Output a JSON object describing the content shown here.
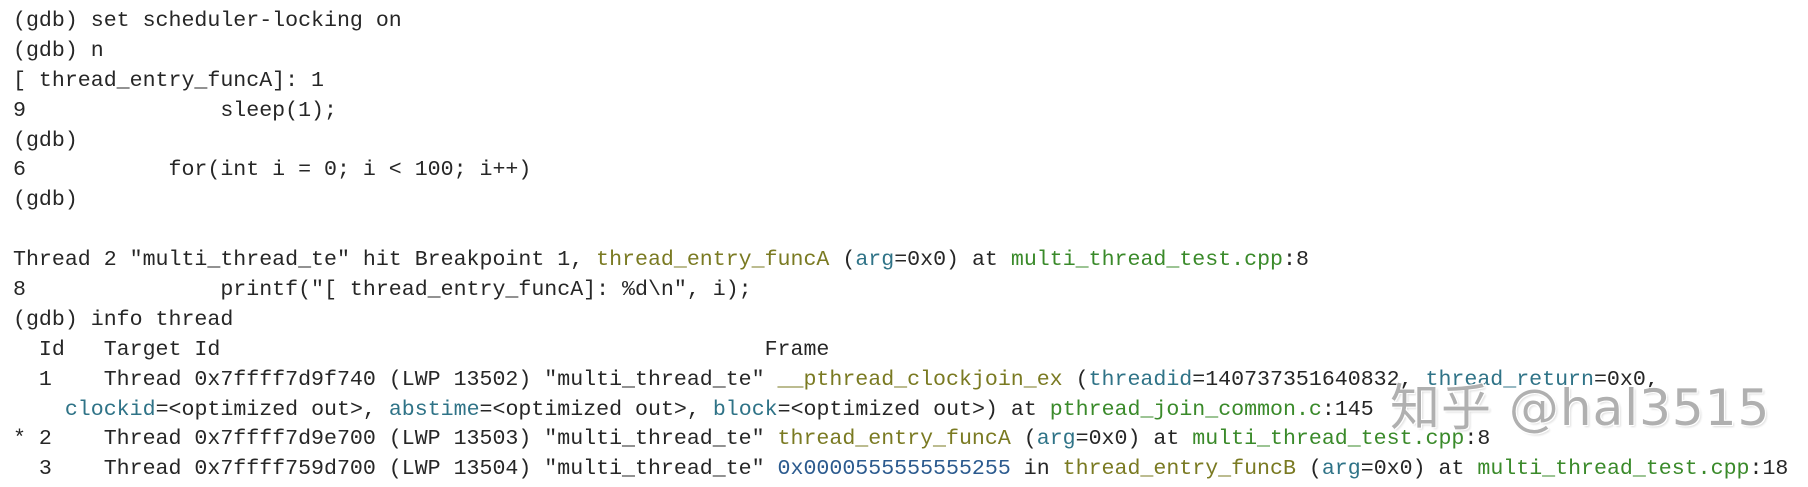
{
  "colors": {
    "background": "#ffffff",
    "text": "#262626",
    "function": "#7a7a22",
    "argument": "#2f7387",
    "file": "#3a8a2a",
    "address": "#2b5a8e"
  },
  "terminal": {
    "lines": [
      [
        {
          "t": "(gdb) set scheduler-locking on",
          "c": "plain"
        }
      ],
      [
        {
          "t": "(gdb) n",
          "c": "plain"
        }
      ],
      [
        {
          "t": "[ thread_entry_funcA]: 1",
          "c": "plain"
        }
      ],
      [
        {
          "t": "9               sleep(1);",
          "c": "plain"
        }
      ],
      [
        {
          "t": "(gdb)",
          "c": "plain"
        }
      ],
      [
        {
          "t": "6           for(int i = 0; i < 100; i++)",
          "c": "plain"
        }
      ],
      [
        {
          "t": "(gdb)",
          "c": "plain"
        }
      ],
      [
        {
          "t": "",
          "c": "plain"
        }
      ],
      [
        {
          "t": "Thread 2 \"multi_thread_te\" hit Breakpoint 1, ",
          "c": "plain"
        },
        {
          "t": "thread_entry_funcA",
          "c": "func"
        },
        {
          "t": " (",
          "c": "plain"
        },
        {
          "t": "arg",
          "c": "arg"
        },
        {
          "t": "=0x0) at ",
          "c": "plain"
        },
        {
          "t": "multi_thread_test.cpp",
          "c": "file"
        },
        {
          "t": ":8",
          "c": "plain"
        }
      ],
      [
        {
          "t": "8               printf(\"[ thread_entry_funcA]: %d\\n\", i);",
          "c": "plain"
        }
      ],
      [
        {
          "t": "(gdb) info thread",
          "c": "plain"
        }
      ],
      [
        {
          "t": "  Id   Target Id                                          Frame ",
          "c": "plain"
        }
      ],
      [
        {
          "t": "  1    Thread 0x7ffff7d9f740 (LWP 13502) \"multi_thread_te\" ",
          "c": "plain"
        },
        {
          "t": "__pthread_clockjoin_ex",
          "c": "func"
        },
        {
          "t": " (",
          "c": "plain"
        },
        {
          "t": "threadid",
          "c": "arg"
        },
        {
          "t": "=140737351640832, ",
          "c": "plain"
        },
        {
          "t": "thread_return",
          "c": "arg"
        },
        {
          "t": "=0x0, ",
          "c": "plain"
        }
      ],
      [
        {
          "t": "    ",
          "c": "plain"
        },
        {
          "t": "clockid",
          "c": "arg"
        },
        {
          "t": "=<optimized out>, ",
          "c": "plain"
        },
        {
          "t": "abstime",
          "c": "arg"
        },
        {
          "t": "=<optimized out>, ",
          "c": "plain"
        },
        {
          "t": "block",
          "c": "arg"
        },
        {
          "t": "=<optimized out>) at ",
          "c": "plain"
        },
        {
          "t": "pthread_join_common.c",
          "c": "file"
        },
        {
          "t": ":145",
          "c": "plain"
        }
      ],
      [
        {
          "t": "* 2    Thread 0x7ffff7d9e700 (LWP 13503) \"multi_thread_te\" ",
          "c": "plain"
        },
        {
          "t": "thread_entry_funcA",
          "c": "func"
        },
        {
          "t": " (",
          "c": "plain"
        },
        {
          "t": "arg",
          "c": "arg"
        },
        {
          "t": "=0x0) at ",
          "c": "plain"
        },
        {
          "t": "multi_thread_test.cpp",
          "c": "file"
        },
        {
          "t": ":8",
          "c": "plain"
        }
      ],
      [
        {
          "t": "  3    Thread 0x7ffff759d700 (LWP 13504) \"multi_thread_te\" ",
          "c": "plain"
        },
        {
          "t": "0x0000555555555255",
          "c": "addr"
        },
        {
          "t": " in ",
          "c": "plain"
        },
        {
          "t": "thread_entry_funcB",
          "c": "func"
        },
        {
          "t": " (",
          "c": "plain"
        },
        {
          "t": "arg",
          "c": "arg"
        },
        {
          "t": "=0x0) at ",
          "c": "plain"
        },
        {
          "t": "multi_thread_test.cpp",
          "c": "file"
        },
        {
          "t": ":18",
          "c": "plain"
        }
      ]
    ]
  },
  "watermark": {
    "text": "知乎 @hal3515"
  }
}
